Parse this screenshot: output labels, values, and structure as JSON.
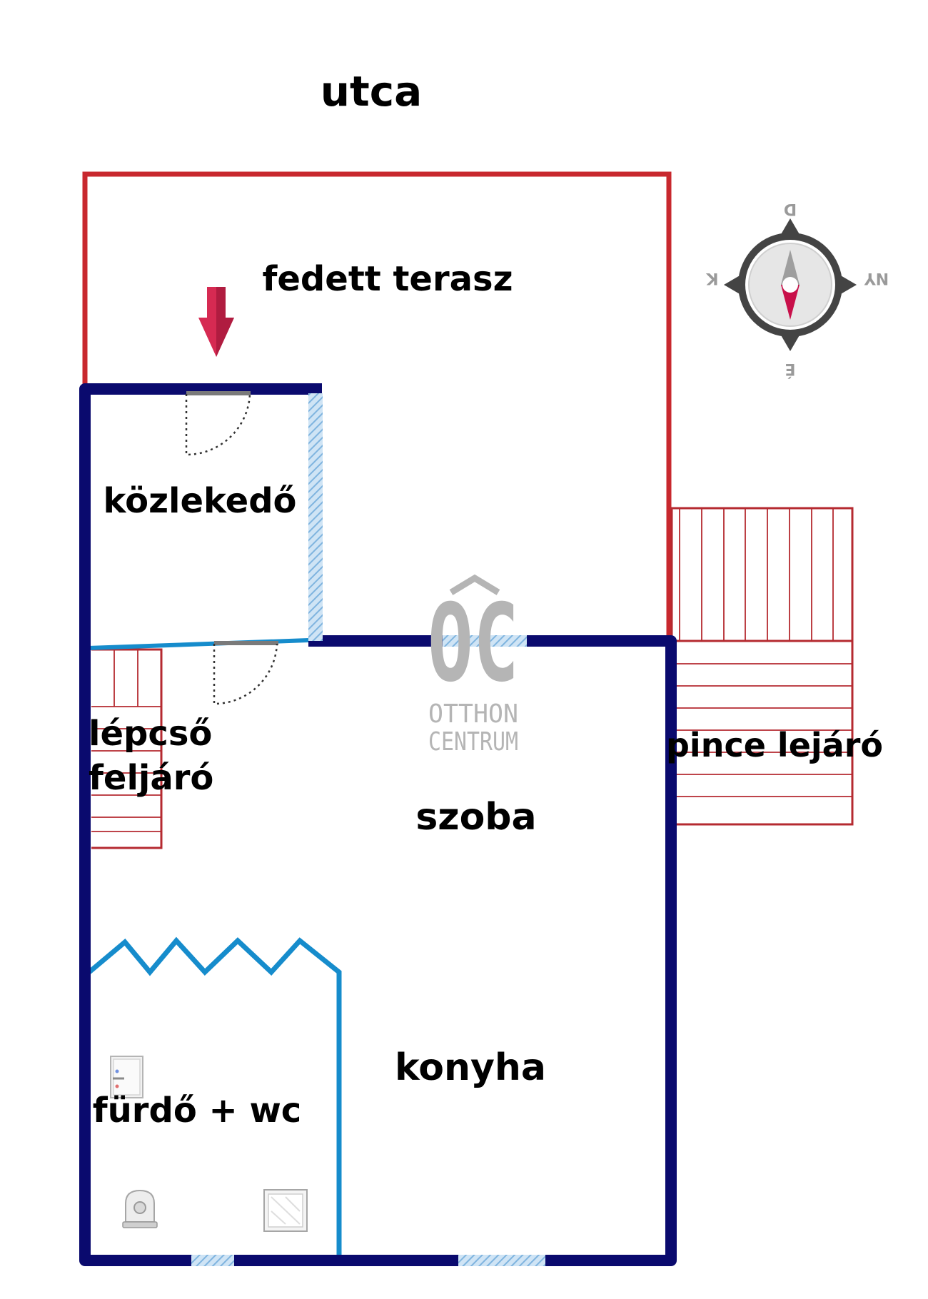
{
  "labels": {
    "street": "utca",
    "terrace": "fedett terasz",
    "corridor": "közlekedő",
    "stair_line1": "lépcső",
    "stair_line2": "feljáró",
    "room": "szoba",
    "basement": "pince lejáró",
    "kitchen": "konyha",
    "bathroom": "fürdő + wc"
  },
  "watermark": {
    "monogram": "OC",
    "line1": "OTTHON",
    "line2": "CENTRUM"
  },
  "compass": {
    "north": "É",
    "south": "D",
    "east": "K",
    "west": "NY"
  },
  "colors": {
    "wall": "#0a0a6e",
    "terrace_outline": "#c8282e",
    "stair_lines": "#b52a30",
    "partition": "#168ccc",
    "window": "#9cc8e8",
    "entrance_arrow": "#d62a52",
    "compass_needle": "#c8104a",
    "watermark": "#b5b5b5"
  }
}
